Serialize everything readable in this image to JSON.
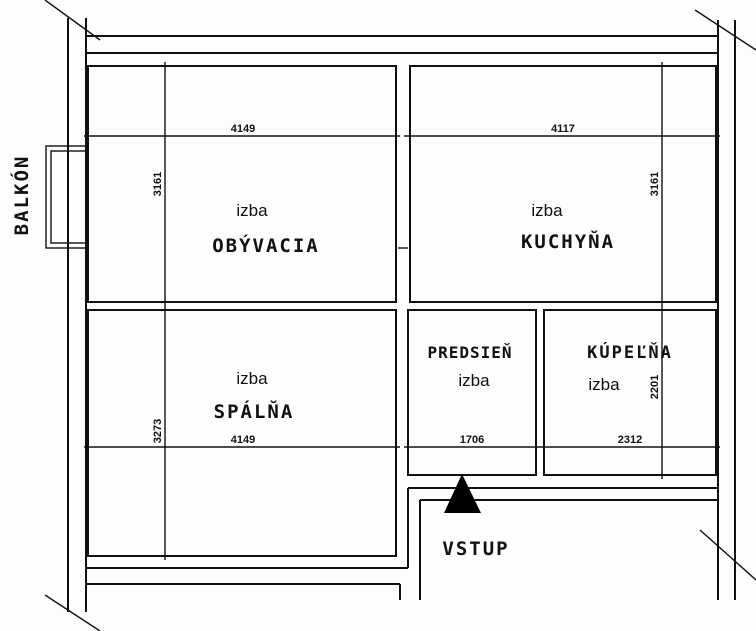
{
  "rooms": {
    "living": {
      "type": "izba",
      "name": "OBÝVACIA",
      "width": "4149",
      "depth": "3161"
    },
    "kitchen": {
      "type": "izba",
      "name": "KUCHYŇA",
      "width": "4117",
      "depth": "3161"
    },
    "bedroom": {
      "type": "izba",
      "name": "SPÁLŇA",
      "width": "4149",
      "depth": "3273"
    },
    "hall": {
      "type": "izba",
      "name": "PREDSIEŇ",
      "width": "1706"
    },
    "bathroom": {
      "type": "izba",
      "name": "KÚPEĽŇA",
      "width": "2312",
      "depth": "2201"
    }
  },
  "balcony_label": "BALKÓN",
  "entrance_label": "VSTUP"
}
